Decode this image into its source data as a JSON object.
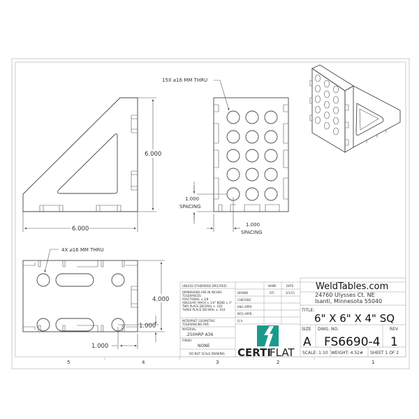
{
  "views": {
    "side": {
      "width_dim": "6.000",
      "height_dim": "6.000"
    },
    "front": {
      "hole_callout": "15X ⌀16  MM THRU",
      "vspacing_value": "1.000",
      "vspacing_label": "SPACING",
      "hspacing_value": "1.000",
      "hspacing_label": "SPACING"
    },
    "bottom": {
      "hole_callout": "4X  ⌀16 MM THRU",
      "height_dim": "4.000",
      "vertical_offset": "1.000",
      "horizontal_offset": "1.000"
    }
  },
  "zones": [
    "5",
    "4",
    "3",
    "2",
    "1"
  ],
  "title_block": {
    "unless": "UNLESS OTHERWISE SPECIFIED:",
    "tolerances": [
      "DIMENSIONS ARE IN INCHES",
      "TOLERANCES:",
      "FRACTIONAL ± 1/8",
      "ANGULAR: MACH ± 1/4° BEND ± 1°",
      "TWO PLACE DECIMAL   ± .020",
      "THREE PLACE DECIMAL  ± .010"
    ],
    "interpret": [
      "INTERPRET GEOMETRIC",
      "TOLERANCING PER:"
    ],
    "material_label": "MATERIAL",
    "material": ".250HRP A36",
    "finish_label": "FINISH",
    "finish": "NONE",
    "do_not_scale": "DO NOT SCALE DRAWING",
    "name_header": "NAME",
    "date_header": "DATE",
    "rows": [
      {
        "label": "DRAWN",
        "name": "DTI",
        "date": "3/1/15"
      },
      {
        "label": "CHECKED",
        "name": "",
        "date": ""
      },
      {
        "label": "ENG APPR.",
        "name": "",
        "date": ""
      },
      {
        "label": "MFG APPR.",
        "name": "",
        "date": ""
      },
      {
        "label": "Q.A.",
        "name": "",
        "date": ""
      }
    ],
    "logo_text_bold": "CERTI",
    "logo_text_light": "FLAT",
    "logo_color": "#1a9a8c",
    "company": "WeldTables.com",
    "address1": "24760 Ulysses Ct. NE",
    "address2": "Isanti, Minnesota 55040",
    "title_label": "TITLE:",
    "title": "6\" X 6\" X 4\" SQ",
    "size_label": "SIZE",
    "size": "A",
    "dwg_label": "DWG.  NO.",
    "dwg_no": "FS6690-4",
    "rev_label": "REV",
    "rev": "1",
    "scale": "SCALE: 1:10",
    "weight": "WEIGHT: 4.52#",
    "sheet": "SHEET 1 OF 2"
  }
}
